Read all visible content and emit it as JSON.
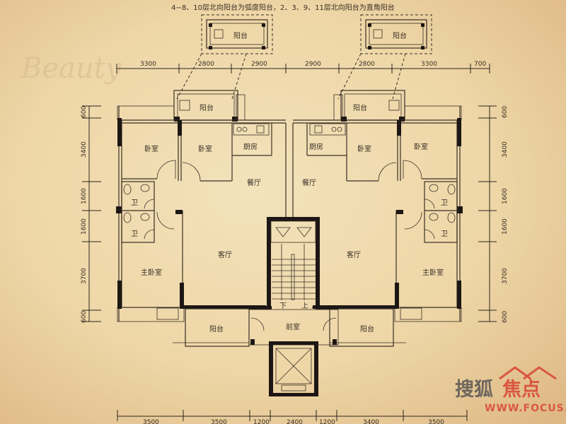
{
  "caption": "4−8、10层北向阳台为弧度阳台，2、3、9、11层北向阳台为直角阳台",
  "decor_text": "Beauty",
  "inset_labels": [
    "阳台",
    "阳台"
  ],
  "top_dims": [
    "3300",
    "2800",
    "2900",
    "2900",
    "2800",
    "3300",
    "700"
  ],
  "bottom_dims": [
    "3500",
    "3500",
    "1200",
    "2400",
    "1200",
    "3400",
    "3500"
  ],
  "left_dims": [
    "600",
    "3400",
    "1600",
    "1600",
    "3700",
    "600"
  ],
  "right_dims": [
    "600",
    "3400",
    "1600",
    "1600",
    "3700",
    "600"
  ],
  "rooms_left": {
    "balcony_north": "阳台",
    "bedroom_1": "卧室",
    "bedroom_2": "卧室",
    "kitchen": "厨房",
    "dining": "餐厅",
    "bath_1": "卫",
    "bath_2": "卫",
    "master_bedroom": "主卧室",
    "living": "客厅",
    "balcony_south": "阳台"
  },
  "rooms_right": {
    "balcony_north": "阳台",
    "bedroom_1": "卧室",
    "bedroom_2": "卧室",
    "kitchen": "厨房",
    "dining": "餐厅",
    "bath_1": "卫",
    "bath_2": "卫",
    "master_bedroom": "主卧室",
    "living": "客厅",
    "balcony_south": "阳台"
  },
  "core": {
    "lobby": "前室",
    "down": "下",
    "up": "上"
  },
  "watermark": {
    "brand_gray": "搜狐",
    "brand_red": "焦点",
    "url": "WWW.FOCUS.CN"
  },
  "colors": {
    "wall": "#3a3026",
    "watermark_red": "#d9573f",
    "paper": "#eed6a6"
  }
}
